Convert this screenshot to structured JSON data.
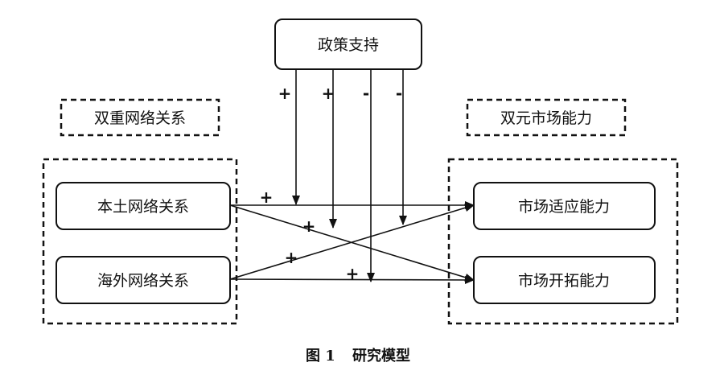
{
  "nodes": {
    "policy_support": "政策支持",
    "dual_network_relations": "双重网络关系",
    "local_network_relations": "本土网络关系",
    "overseas_network_relations": "海外网络关系",
    "dual_market_capability": "双元市场能力",
    "market_adaptation_capability": "市场适应能力",
    "market_expansion_capability": "市场开拓能力"
  },
  "moderating_signs": {
    "policy_local_to_adaptation": "+",
    "policy_local_to_expansion": "+",
    "policy_overseas_to_expansion": "-",
    "policy_overseas_to_adaptation": "-"
  },
  "path_signs": {
    "local_to_adaptation": "+",
    "local_to_expansion": "+",
    "overseas_to_adaptation": "+",
    "overseas_to_expansion": "+"
  },
  "caption": {
    "figure_number": "图 1",
    "title": "研究模型"
  }
}
